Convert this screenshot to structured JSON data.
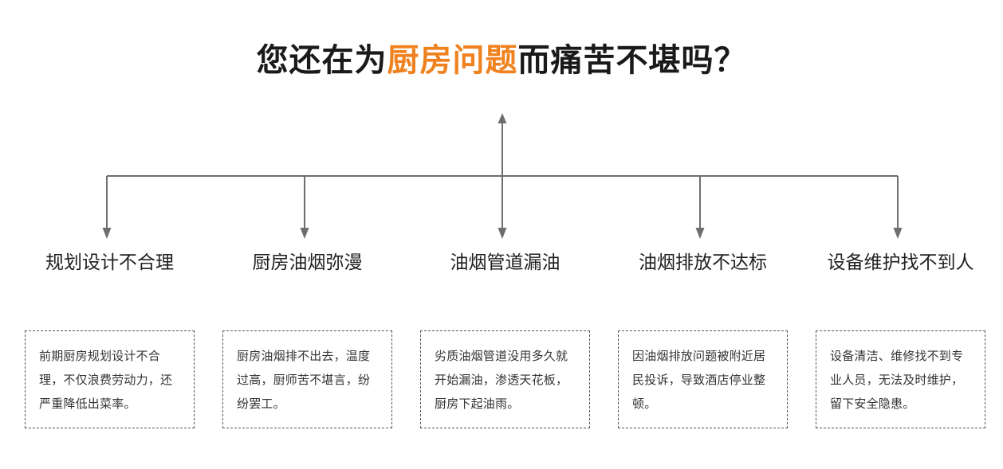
{
  "page": {
    "background_color": "#ffffff",
    "accent_color": "#F0811F",
    "line_color": "#6e6e6e",
    "heading_color": "#1f1f1f",
    "body_color": "#333333"
  },
  "title": {
    "prefix": "您还在为",
    "highlight": "厨房问题",
    "suffix": "而痛苦不堪吗？",
    "full": "您还在为厨房问题而痛苦不堪吗？"
  },
  "diagram": {
    "type": "tree-connector",
    "branch_count": 5,
    "has_top_arrow": true,
    "branch_arrow": "arrow-down"
  },
  "columns": [
    {
      "heading": "规划设计不合理",
      "body": "前期厨房规划设计不合理，不仅浪费劳动力，还严重降低出菜率。"
    },
    {
      "heading": "厨房油烟弥漫",
      "body": "厨房油烟排不出去，温度过高，厨师苦不堪言，纷纷罢工。"
    },
    {
      "heading": "油烟管道漏油",
      "body": "劣质油烟管道没用多久就开始漏油，渗透天花板，厨房下起油雨。"
    },
    {
      "heading": "油烟排放不达标",
      "body": "因油烟排放问题被附近居民投诉，导致酒店停业整顿。"
    },
    {
      "heading": "设备维护找不到人",
      "body": "设备清洁、维修找不到专业人员，无法及时维护，留下安全隐患。"
    }
  ]
}
